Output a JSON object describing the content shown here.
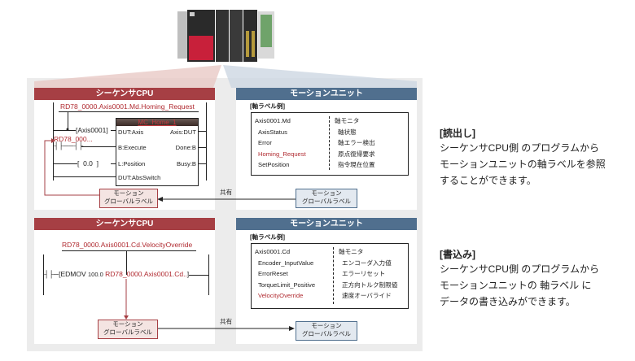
{
  "hardware": {
    "image_icon": "plc-rack-icon",
    "module_mark": "mitsubishi-logo"
  },
  "read_section": {
    "cpu_header": "シーケンサCPU",
    "motion_header": "モーションユニット",
    "ladder": {
      "top_label": "RD78_0000.Axis0001.Md.Homing_Request",
      "contact_label": "RD78_000...",
      "axis_input": "[Axis0001]",
      "position_input": "0.0",
      "fb_title": "MC_Home_1",
      "fb_inputs": [
        "DUT:Axis",
        "B:Execute",
        "L:Position",
        "DUT:AbsSwitch"
      ],
      "fb_outputs": [
        "Axis:DUT",
        "Done:B",
        "Busy:B"
      ]
    },
    "axis_label_title": "[軸ラベル例]",
    "axis_labels": [
      {
        "name": "Axis0001.Md",
        "desc": "軸モニタ",
        "highlight": false
      },
      {
        "name": "AxisStatus",
        "desc": "軸状態",
        "highlight": false
      },
      {
        "name": "Error",
        "desc": "軸エラー検出",
        "highlight": false
      },
      {
        "name": "Homing_Request",
        "desc": "原点復帰要求",
        "highlight": true
      },
      {
        "name": "SetPosition",
        "desc": "指令現在位置",
        "highlight": false
      }
    ],
    "cpu_global_label": [
      "モーション",
      "グローバルラベル"
    ],
    "motion_global_label": [
      "モーション",
      "グローバルラベル"
    ],
    "shared_label": "共有"
  },
  "write_section": {
    "cpu_header": "シーケンサCPU",
    "motion_header": "モーションユニット",
    "ladder": {
      "top_label": "RD78_0000.Axis0001.Cd.VelocityOverride",
      "instruction": "EDMOV",
      "instruction_value": "100.0",
      "instruction_target": "RD78_0000.Axis0001.Cd.."
    },
    "axis_label_title": "[軸ラベル例]",
    "axis_labels": [
      {
        "name": "Axis0001.Cd",
        "desc": "軸モニタ",
        "highlight": false
      },
      {
        "name": "Encoder_InputValue",
        "desc": "エンコーダ入力値",
        "highlight": false
      },
      {
        "name": "ErrorReset",
        "desc": "エラーリセット",
        "highlight": false
      },
      {
        "name": "TorqueLimit_Positive",
        "desc": "正方向トルク制限値",
        "highlight": false
      },
      {
        "name": "VelocityOverride",
        "desc": "速度オーバライド",
        "highlight": true
      }
    ],
    "cpu_global_label": [
      "モーション",
      "グローバルラベル"
    ],
    "motion_global_label": [
      "モーション",
      "グローバルラベル"
    ],
    "shared_label": "共有"
  },
  "descriptions": [
    {
      "title": "[読出し]",
      "lines": [
        "シーケンサCPU側 のプログラムから",
        "モーションユニットの軸ラベルを参照",
        "することができます。"
      ]
    },
    {
      "title": "[書込み]",
      "lines": [
        "シーケンサCPU側 のプログラムから",
        "モーションユニットの 軸ラベル に",
        "データの書き込みができます。"
      ]
    }
  ],
  "colors": {
    "cpu_red": "#a63f44",
    "motion_blue": "#506f8e",
    "highlight_red": "#b02a30",
    "backdrop_gray": "#ececec"
  }
}
